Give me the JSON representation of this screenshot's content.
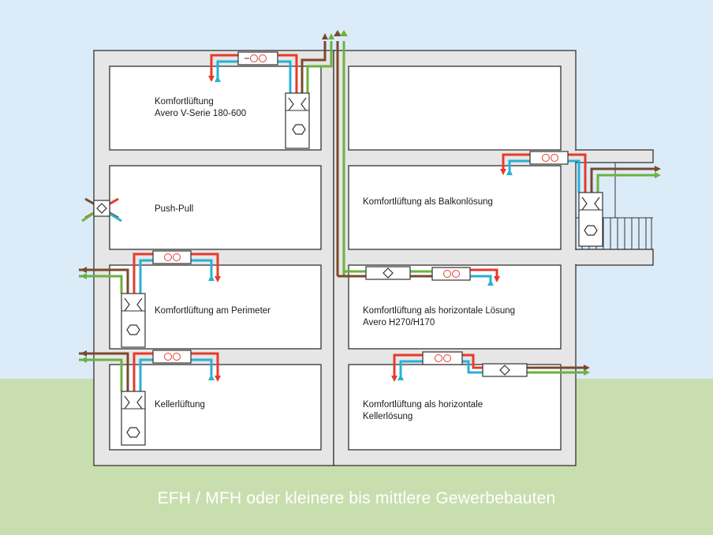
{
  "caption": "EFH / MFH oder kleinere bis mittlere Gewerbebauten",
  "rooms": {
    "top_left": {
      "line1": "Komfortlüftung",
      "line2": "Avero V-Serie 180-600"
    },
    "push_pull": {
      "line1": "Push-Pull"
    },
    "perimeter": {
      "line1": "Komfortlüftung am Perimeter"
    },
    "keller": {
      "line1": "Kellerlüftung"
    },
    "balkon": {
      "line1": "Komfortlüftung als Balkonlösung"
    },
    "horizontal": {
      "line1": "Komfortlüftung als horizontale Lösung",
      "line2": "Avero H270/H170"
    },
    "horizontal_keller": {
      "line1": "Komfortlüftung als horizontale",
      "line2": "Kellerlösung"
    }
  },
  "colors": {
    "sky": "#dcebf8",
    "grass": "#c9deae",
    "building": "#e6e6e6",
    "outline": "#333333",
    "supply_red": "#e53b2c",
    "extract_blue": "#27b1d6",
    "outdoor_green": "#6ab23e",
    "exhaust_brown": "#7a4a2b"
  }
}
